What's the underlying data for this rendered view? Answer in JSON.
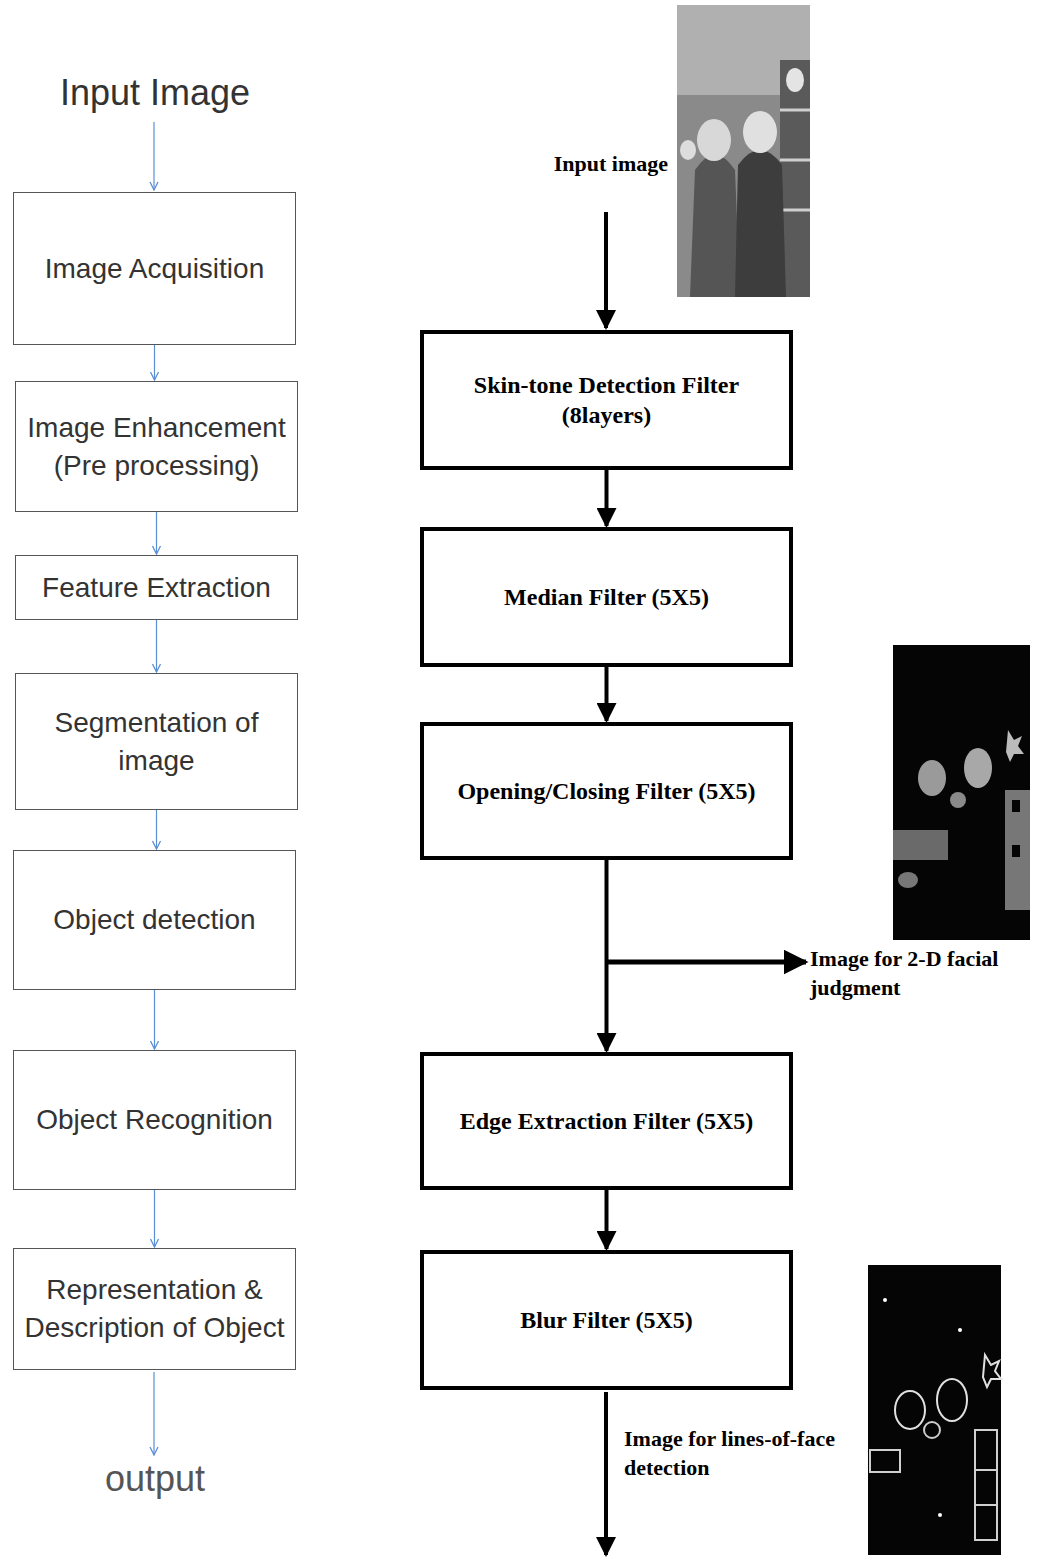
{
  "diagram": {
    "nodes": [
      {
        "text": [
          "Image Acquisition"
        ]
      },
      {
        "text": [
          "Image Enhancement (Pre processing)"
        ]
      },
      {
        "text": [
          "Feature Extraction"
        ]
      },
      {
        "text": [
          "Segmentation of image"
        ]
      },
      {
        "text": [
          "Object detection"
        ]
      },
      {
        "text": [
          "Object Recognition"
        ]
      },
      {
        "text": [
          "Representation & Description of Object"
        ]
      },
      {
        "text": [
          "Skin-tone Detection Filter (8layers)"
        ]
      },
      {
        "text": [
          "Median Filter (5X5)"
        ]
      },
      {
        "text": [
          "Opening/Closing Filter (5X5)"
        ]
      },
      {
        "text": [
          "Edge Extraction Filter (5X5)"
        ]
      },
      {
        "text": [
          "Blur Filter (5X5)"
        ]
      }
    ],
    "edges": [
      {
        "from": 0,
        "to": 1,
        "arrow": "to"
      },
      {
        "from": 1,
        "to": 2,
        "arrow": "to"
      },
      {
        "from": 2,
        "to": 3,
        "arrow": "to"
      },
      {
        "from": 3,
        "to": 4,
        "arrow": "to"
      },
      {
        "from": 4,
        "to": 5,
        "arrow": "to"
      },
      {
        "from": 5,
        "to": 6,
        "arrow": "to"
      },
      {
        "from": 7,
        "to": 8,
        "arrow": "to"
      },
      {
        "from": 8,
        "to": 9,
        "arrow": "to"
      },
      {
        "from": 9,
        "to": 10,
        "arrow": "to"
      },
      {
        "from": 10,
        "to": 11,
        "arrow": "to"
      }
    ],
    "labels": [
      "Input Image",
      "output",
      "Input image",
      "Image for 2-D facial judgment",
      "Image for lines-of-face detection"
    ]
  }
}
